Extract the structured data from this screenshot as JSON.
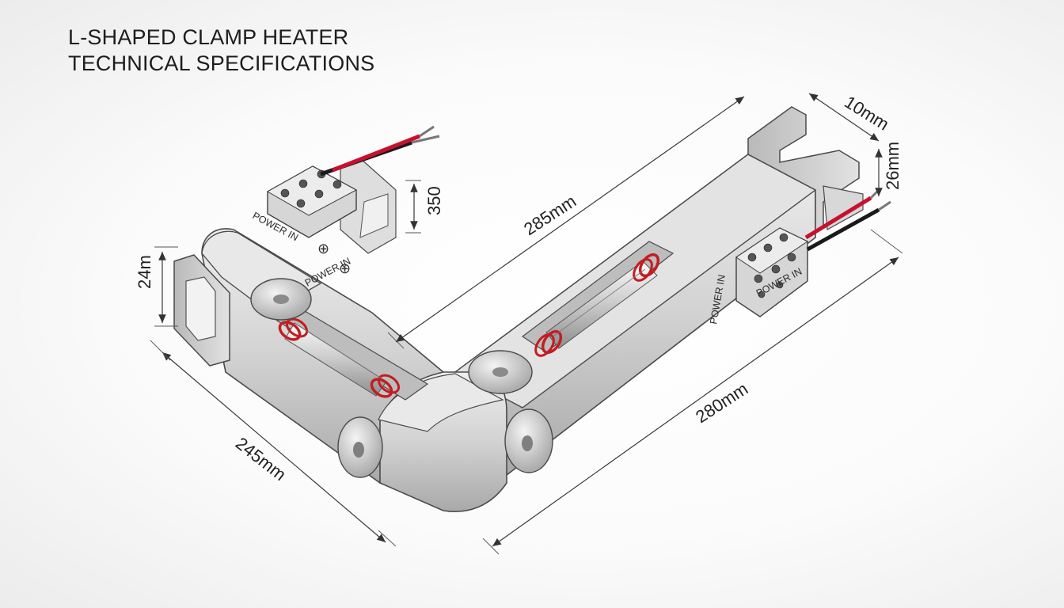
{
  "title": {
    "line1": "L-SHAPED CLAMP HEATER",
    "line2": "TECHNICAL SPECIFICATIONS"
  },
  "dimensions": {
    "left_arm_length": "245mm",
    "long_span": "285mm",
    "right_arm_length": "280mm",
    "left_height": "24m",
    "terminal_height": "350",
    "bracket_width": "10mm",
    "bracket_height": "26mm"
  },
  "terminals": {
    "left_top_label": "POWER IN",
    "left_block_label": "POWER IN",
    "right_block_label": "POWER IN",
    "right_side_label": "POWER IN"
  },
  "colors": {
    "body_light": "#e6e6e6",
    "body_mid": "#c9c9c9",
    "body_dark": "#9d9d9d",
    "outline": "#4a4a4a",
    "wire_red": "#c8102e",
    "wire_black": "#1a1a1a",
    "ring_red": "#c21d22"
  }
}
